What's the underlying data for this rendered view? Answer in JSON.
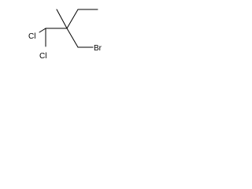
{
  "structure": {
    "atoms": {
      "chlorine_top": "Cl",
      "chlorine_bottom": "Cl",
      "bromine": "Br"
    }
  }
}
